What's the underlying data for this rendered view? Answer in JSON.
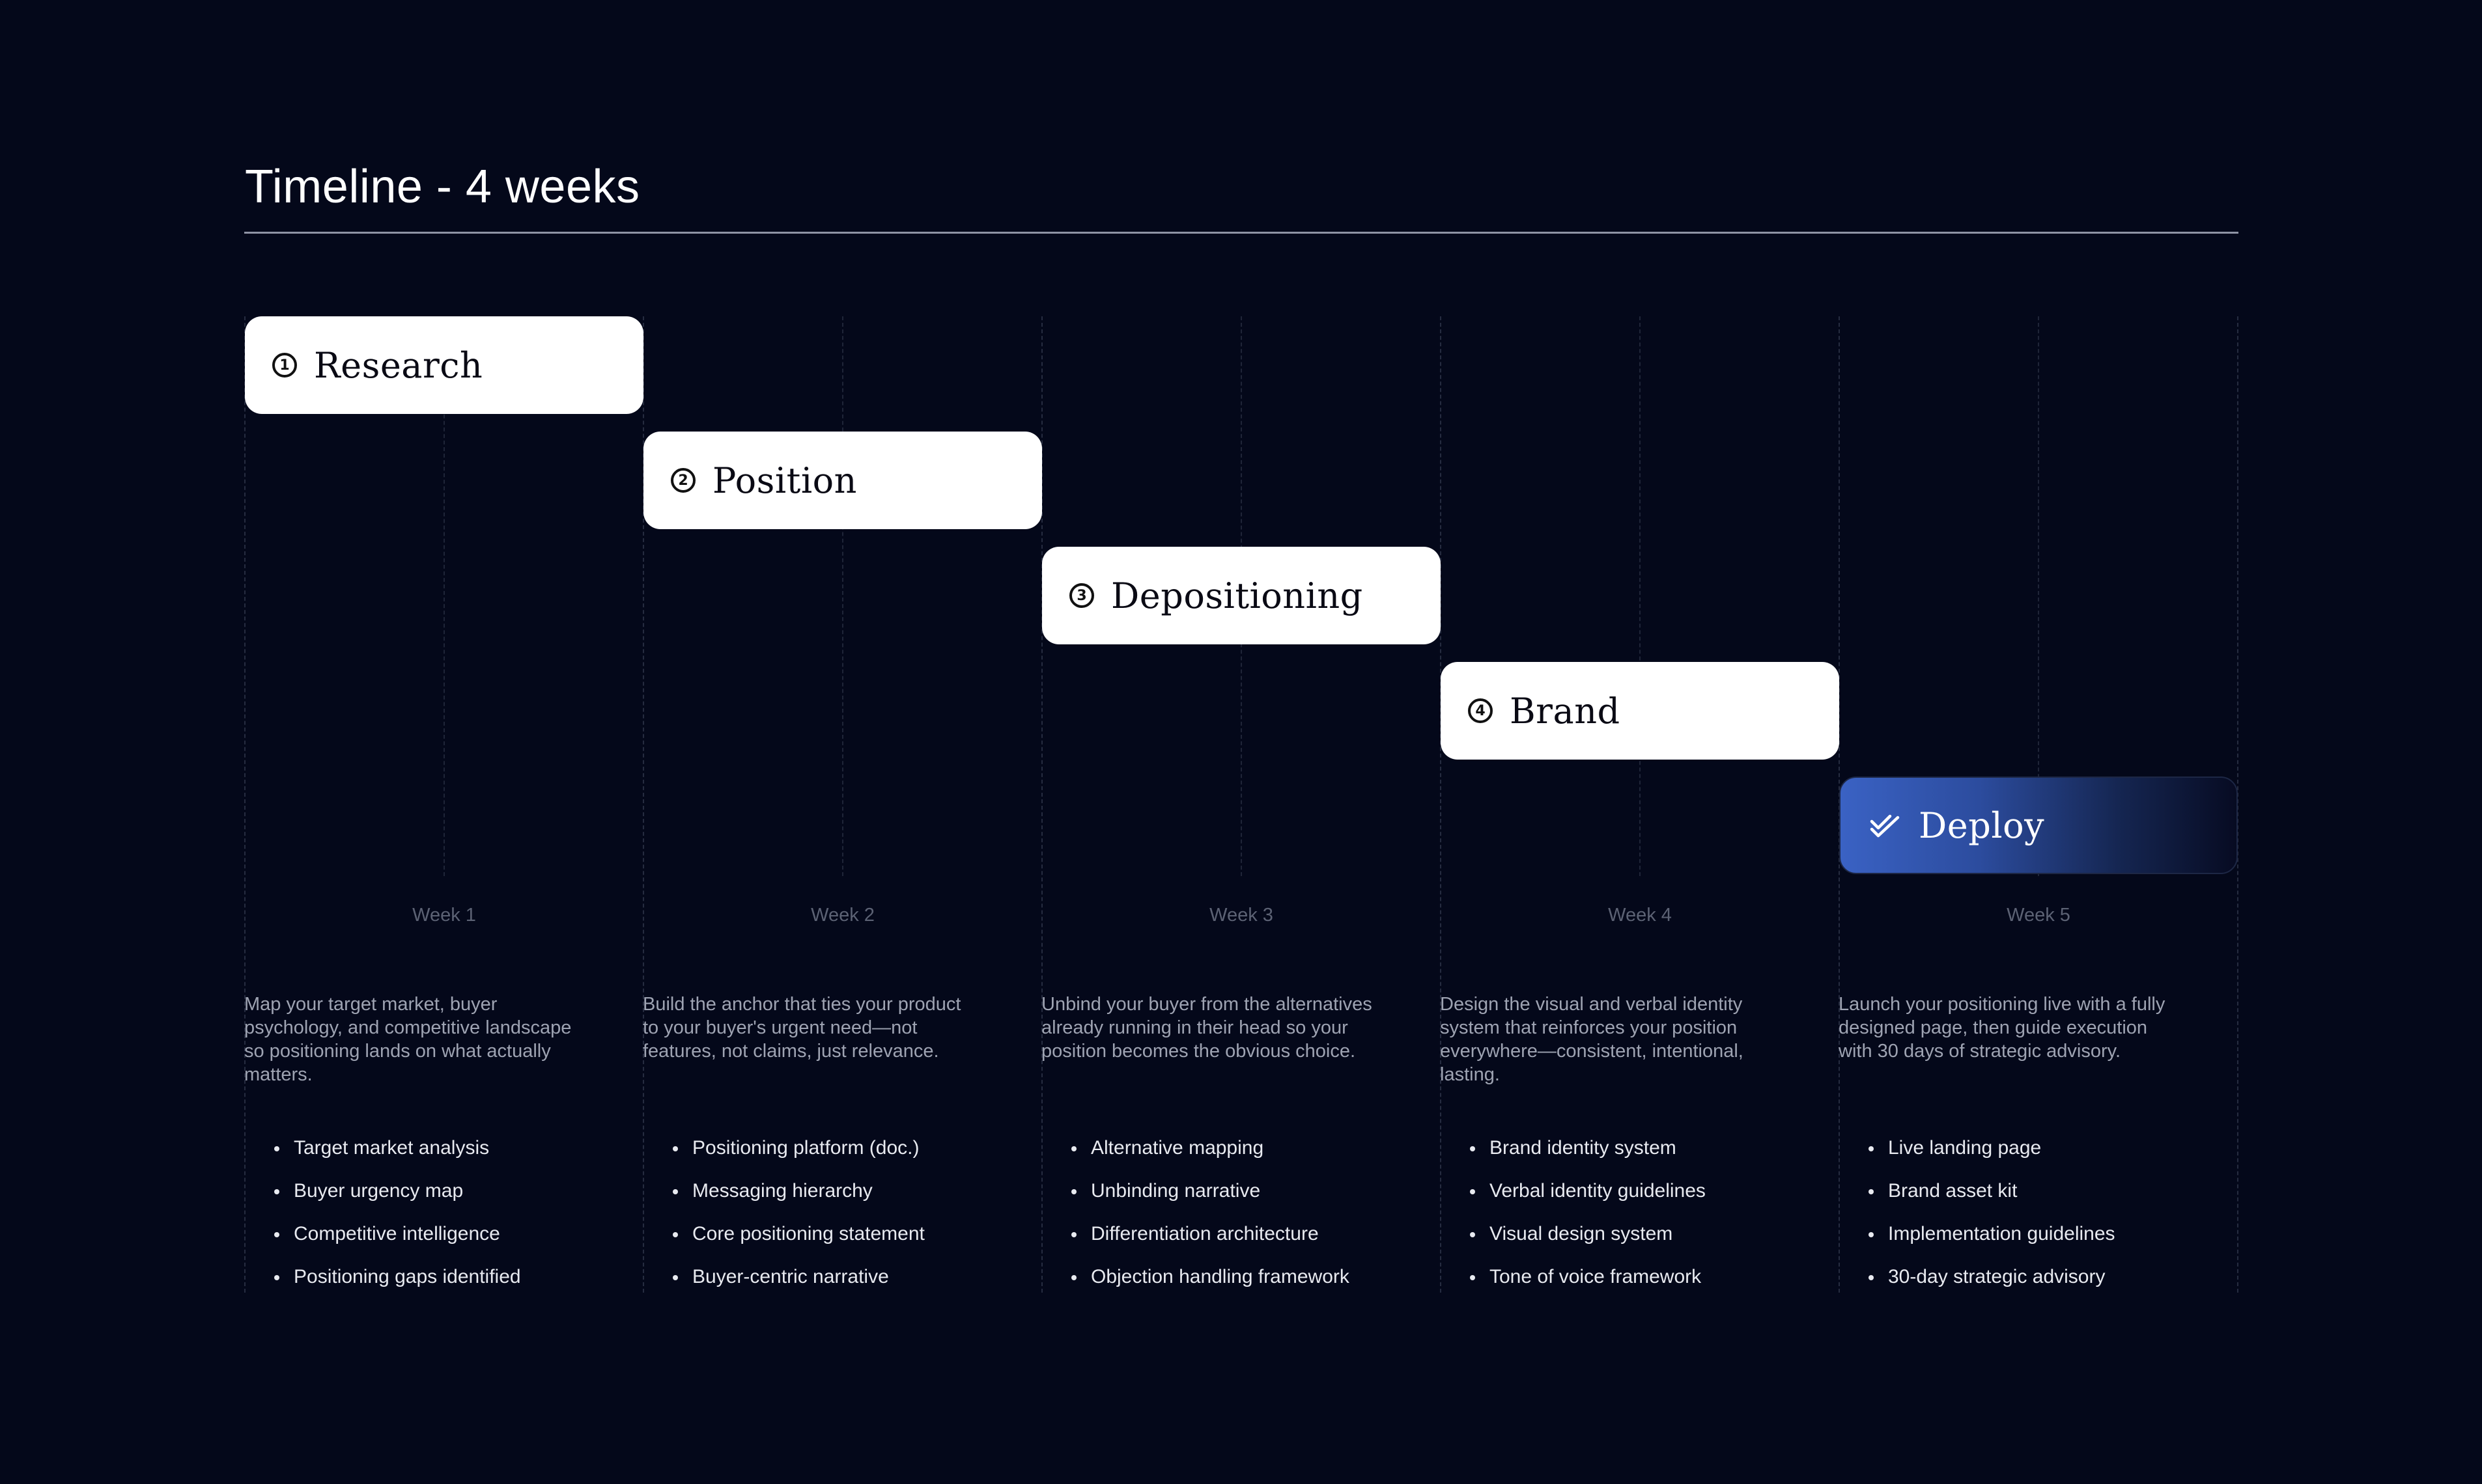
{
  "title": "Timeline - 4 weeks",
  "colors": {
    "background": "#04081a",
    "card": "#ffffff",
    "accent": "#3a62c4",
    "rule": "#8e93a4"
  },
  "phases": [
    {
      "number": "1",
      "label": "Research",
      "icon": "number-1-circle-icon"
    },
    {
      "number": "2",
      "label": "Position",
      "icon": "number-2-circle-icon"
    },
    {
      "number": "3",
      "label": "Depositioning",
      "icon": "number-3-circle-icon"
    },
    {
      "number": "4",
      "label": "Brand",
      "icon": "number-4-circle-icon"
    },
    {
      "number": "",
      "label": "Deploy",
      "icon": "double-check-icon"
    }
  ],
  "weeks": [
    "Week 1",
    "Week 2",
    "Week 3",
    "Week 4",
    "Week 5"
  ],
  "columns": [
    {
      "description": "Map your target market, buyer psychology, and competitive landscape so positioning lands on what actually matters.",
      "deliverables": [
        "Target market analysis",
        "Buyer urgency map",
        "Competitive intelligence",
        "Positioning gaps identified"
      ]
    },
    {
      "description": "Build the anchor that ties your product to your buyer's urgent need—not features, not claims, just relevance.",
      "deliverables": [
        "Positioning platform (doc.)",
        "Messaging hierarchy",
        "Core positioning statement",
        "Buyer-centric narrative"
      ]
    },
    {
      "description": "Unbind your buyer from the alternatives already running in their head so your position becomes the obvious choice.",
      "deliverables": [
        "Alternative mapping",
        "Unbinding narrative",
        "Differentiation architecture",
        "Objection handling framework"
      ]
    },
    {
      "description": "Design the visual and verbal identity system that reinforces your position everywhere—consistent, intentional, lasting.",
      "deliverables": [
        "Brand identity system",
        "Verbal identity guidelines",
        "Visual design system",
        "Tone of voice framework"
      ]
    },
    {
      "description": "Launch your positioning live with a fully designed page, then guide execution with 30 days of strategic advisory.",
      "deliverables": [
        "Live landing page",
        "Brand asset kit",
        "Implementation guidelines",
        "30-day strategic advisory"
      ]
    }
  ]
}
